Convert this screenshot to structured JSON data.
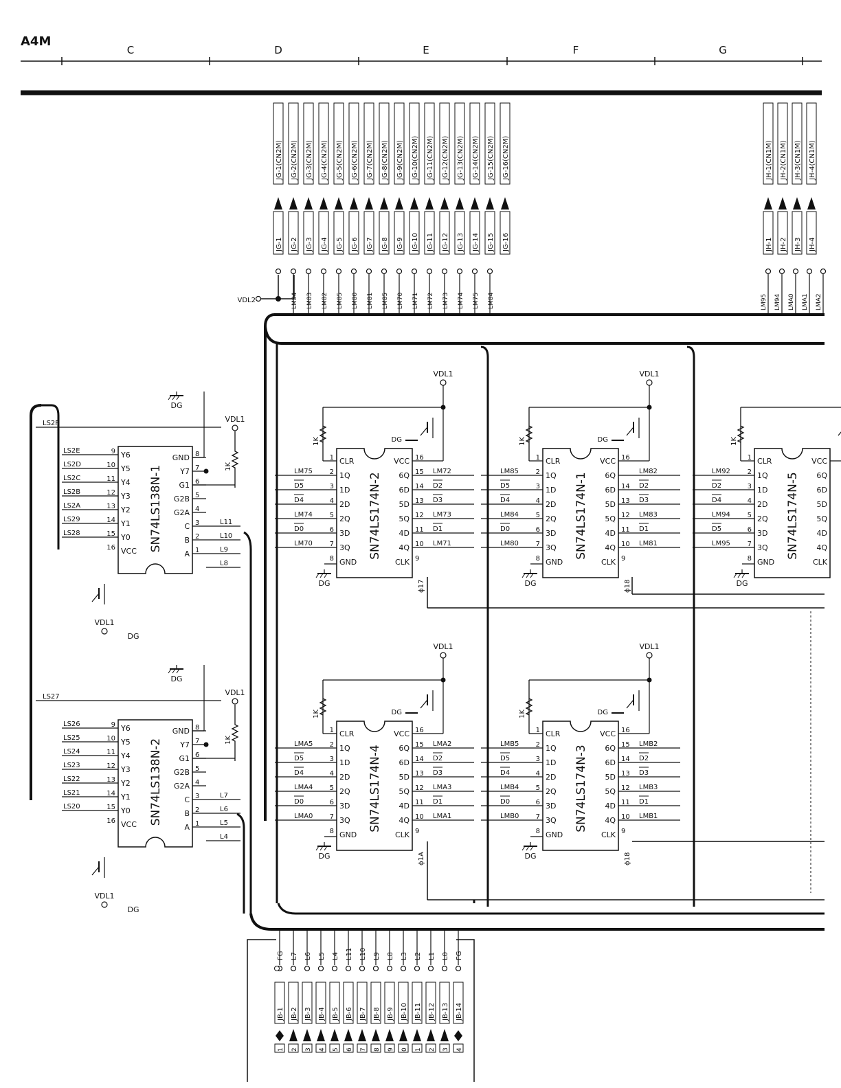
{
  "sheet_id": "A4M",
  "zones": [
    "C",
    "D",
    "E",
    "F",
    "G"
  ],
  "power": {
    "vdl1": "VDL1",
    "vdl2": "VDL2",
    "dg": "DG",
    "fg": "FG",
    "r1k": "1K"
  },
  "connector_top_left": {
    "pins": [
      "JG-1(CN2M)",
      "JG-2(CN2M)",
      "JG-3(CN2M)",
      "JG-4(CN2M)",
      "JG-5(CN2M)",
      "JG-6(CN2M)",
      "JG-7(CN2M)",
      "JG-8(CN2M)",
      "JG-9(CN2M)",
      "JG-10(CN2M)",
      "JG-11(CN2M)",
      "JG-12(CN2M)",
      "JG-13(CN2M)",
      "JG-14(CN2M)",
      "JG-15(CN2M)",
      "JG-16(CN2M)"
    ],
    "lower": [
      "JG-1",
      "JG-2",
      "JG-3",
      "JG-4",
      "JG-5",
      "JG-6",
      "JG-7",
      "JG-8",
      "JG-9",
      "JG-10",
      "JG-11",
      "JG-12",
      "JG-13",
      "JG-14",
      "JG-15",
      "JG-16"
    ],
    "signals": [
      "",
      "LM84",
      "LM83",
      "LM82",
      "LM85",
      "LM80",
      "LM81",
      "LM85",
      "LM70",
      "LM71",
      "LM72",
      "LM73",
      "LM74",
      "LM75",
      "LM84"
    ]
  },
  "connector_top_right": {
    "pins": [
      "JH-1(CN1M)",
      "JH-2(CN1M)",
      "JH-3(CN1M)",
      "JH-4(CN1M)"
    ],
    "lower": [
      "JH-1",
      "JH-2",
      "JH-3",
      "JH-4"
    ],
    "signals": [
      "LM95",
      "LM94",
      "LMA0",
      "LMA1",
      "LMA2"
    ]
  },
  "connector_bottom": {
    "pins": [
      "JB-1",
      "JB-2",
      "JB-3",
      "JB-4",
      "JB-5",
      "JB-6",
      "JB-7",
      "JB-8",
      "JB-9",
      "JB-10",
      "JB-11",
      "JB-12",
      "JB-13",
      "JB-14"
    ],
    "signals": [
      "FG",
      "L7",
      "L6",
      "L5",
      "L4",
      "L11",
      "L10",
      "L9",
      "L8",
      "L3",
      "L2",
      "L1",
      "L0",
      "FG"
    ],
    "bottom_digits": [
      "1",
      "2",
      "3",
      "4",
      "5",
      "6",
      "7",
      "8",
      "9",
      "0",
      "1",
      "2",
      "3",
      "4"
    ]
  },
  "decoders": [
    {
      "name": "SN74LS138N-1",
      "inputs": [
        "LS2F",
        "LS2E",
        "LS2D",
        "LS2C",
        "LS2B",
        "LS2A",
        "LS29",
        "LS28"
      ],
      "left_pins": [
        [
          "9",
          "Y6"
        ],
        [
          "10",
          "Y5"
        ],
        [
          "11",
          "Y4"
        ],
        [
          "12",
          "Y3"
        ],
        [
          "13",
          "Y2"
        ],
        [
          "14",
          "Y1"
        ],
        [
          "15",
          "Y0"
        ],
        [
          "16",
          "VCC"
        ]
      ],
      "right_pins": [
        [
          "GND",
          "8"
        ],
        [
          "Y7",
          "7"
        ],
        [
          "G1",
          "6"
        ],
        [
          "G2B",
          "5"
        ],
        [
          "G2A",
          "4"
        ],
        [
          "C",
          "3"
        ],
        [
          "B",
          "2"
        ],
        [
          "A",
          "1"
        ]
      ],
      "outputs": [
        "L11",
        "L10",
        "L9",
        "L8"
      ]
    },
    {
      "name": "SN74LS138N-2",
      "inputs": [
        "LS27",
        "LS26",
        "LS25",
        "LS24",
        "LS23",
        "LS22",
        "LS21",
        "LS20"
      ],
      "left_pins": [
        [
          "9",
          "Y6"
        ],
        [
          "10",
          "Y5"
        ],
        [
          "11",
          "Y4"
        ],
        [
          "12",
          "Y3"
        ],
        [
          "13",
          "Y2"
        ],
        [
          "14",
          "Y1"
        ],
        [
          "15",
          "Y0"
        ],
        [
          "16",
          "VCC"
        ]
      ],
      "right_pins": [
        [
          "GND",
          "8"
        ],
        [
          "Y7",
          "7"
        ],
        [
          "G1",
          "6"
        ],
        [
          "G2B",
          "5"
        ],
        [
          "G2A",
          "4"
        ],
        [
          "C",
          "3"
        ],
        [
          "B",
          "2"
        ],
        [
          "A",
          "1"
        ]
      ],
      "outputs": [
        "L7",
        "L6",
        "L5",
        "L4"
      ]
    }
  ],
  "registers": [
    {
      "name": "SN74LS174N-2",
      "left_pins": [
        [
          "1",
          "CLR"
        ],
        [
          "2",
          "1Q"
        ],
        [
          "3",
          "1D"
        ],
        [
          "4",
          "2D"
        ],
        [
          "5",
          "2Q"
        ],
        [
          "6",
          "3D"
        ],
        [
          "7",
          "3Q"
        ],
        [
          "8",
          "GND"
        ]
      ],
      "right_pins": [
        [
          "VCC",
          "16"
        ],
        [
          "6Q",
          "15"
        ],
        [
          "6D",
          "14"
        ],
        [
          "5D",
          "13"
        ],
        [
          "5Q",
          "12"
        ],
        [
          "4D",
          "11"
        ],
        [
          "4Q",
          "10"
        ],
        [
          "CLK",
          "9"
        ]
      ],
      "left_signals": [
        "LM75",
        "D5",
        "D4",
        "LM74",
        "D0",
        "LM70"
      ],
      "right_signals": [
        "LM72",
        "D2",
        "D3",
        "LM73",
        "D1",
        "LM71"
      ],
      "clock": "ϕ17"
    },
    {
      "name": "SN74LS174N-1",
      "left_pins": [
        [
          "1",
          "CLR"
        ],
        [
          "2",
          "1Q"
        ],
        [
          "3",
          "1D"
        ],
        [
          "4",
          "2D"
        ],
        [
          "5",
          "2Q"
        ],
        [
          "6",
          "3D"
        ],
        [
          "7",
          "3Q"
        ],
        [
          "8",
          "GND"
        ]
      ],
      "right_pins": [
        [
          "VCC",
          "16"
        ],
        [
          "6Q",
          ""
        ],
        [
          "6D",
          "14"
        ],
        [
          "5D",
          "13"
        ],
        [
          "5Q",
          "12"
        ],
        [
          "4D",
          "11"
        ],
        [
          "4Q",
          "10"
        ],
        [
          "CLK",
          "9"
        ]
      ],
      "left_signals": [
        "LM85",
        "D5",
        "D4",
        "LM84",
        "D0",
        "LM80"
      ],
      "right_signals": [
        "LM82",
        "D2",
        "D3",
        "LM83",
        "D1",
        "LM81"
      ],
      "clock": "ϕ18"
    },
    {
      "name": "SN74LS174N-5",
      "left_pins": [
        [
          "1",
          "CLR"
        ],
        [
          "2",
          "1Q"
        ],
        [
          "3",
          "1D"
        ],
        [
          "4",
          "2D"
        ],
        [
          "5",
          "2Q"
        ],
        [
          "6",
          "3D"
        ],
        [
          "7",
          "3Q"
        ],
        [
          "8",
          "GND"
        ]
      ],
      "right_pins": [
        [
          "VCC",
          ""
        ],
        [
          "6Q",
          ""
        ],
        [
          "6D",
          ""
        ],
        [
          "5D",
          ""
        ],
        [
          "5Q",
          ""
        ],
        [
          "4D",
          ""
        ],
        [
          "4Q",
          ""
        ],
        [
          "CLK",
          ""
        ]
      ],
      "left_signals": [
        "LM92",
        "D2",
        "D4",
        "LM94",
        "D5",
        "LM95"
      ],
      "right_signals": [],
      "clock": ""
    },
    {
      "name": "SN74LS174N-4",
      "left_pins": [
        [
          "1",
          "CLR"
        ],
        [
          "2",
          "1Q"
        ],
        [
          "3",
          "1D"
        ],
        [
          "4",
          "2D"
        ],
        [
          "5",
          "2Q"
        ],
        [
          "6",
          "3D"
        ],
        [
          "7",
          "3Q"
        ],
        [
          "8",
          "GND"
        ]
      ],
      "right_pins": [
        [
          "VCC",
          "16"
        ],
        [
          "6Q",
          "15"
        ],
        [
          "6D",
          "14"
        ],
        [
          "5D",
          "13"
        ],
        [
          "5Q",
          "12"
        ],
        [
          "4D",
          "11"
        ],
        [
          "4Q",
          "10"
        ],
        [
          "CLK",
          "9"
        ]
      ],
      "left_signals": [
        "LMA5",
        "D5",
        "D4",
        "LMA4",
        "D0",
        "LMA0"
      ],
      "right_signals": [
        "LMA2",
        "D2",
        "D3",
        "LMA3",
        "D1",
        "LMA1"
      ],
      "clock": "ϕ1A"
    },
    {
      "name": "SN74LS174N-3",
      "left_pins": [
        [
          "1",
          "CLR"
        ],
        [
          "2",
          "1Q"
        ],
        [
          "3",
          "1D"
        ],
        [
          "4",
          "2D"
        ],
        [
          "5",
          "2Q"
        ],
        [
          "6",
          "3D"
        ],
        [
          "7",
          "3Q"
        ],
        [
          "8",
          "GND"
        ]
      ],
      "right_pins": [
        [
          "VCC",
          "16"
        ],
        [
          "6Q",
          "15"
        ],
        [
          "6D",
          "14"
        ],
        [
          "5D",
          "13"
        ],
        [
          "5Q",
          "12"
        ],
        [
          "4D",
          "11"
        ],
        [
          "4Q",
          "10"
        ],
        [
          "CLK",
          "9"
        ]
      ],
      "left_signals": [
        "LMB5",
        "D5",
        "D4",
        "LMB4",
        "D0",
        "LMB0"
      ],
      "right_signals": [
        "LMB2",
        "D2",
        "D3",
        "LMB3",
        "D1",
        "LMB1"
      ],
      "clock": "ϕ18"
    }
  ]
}
